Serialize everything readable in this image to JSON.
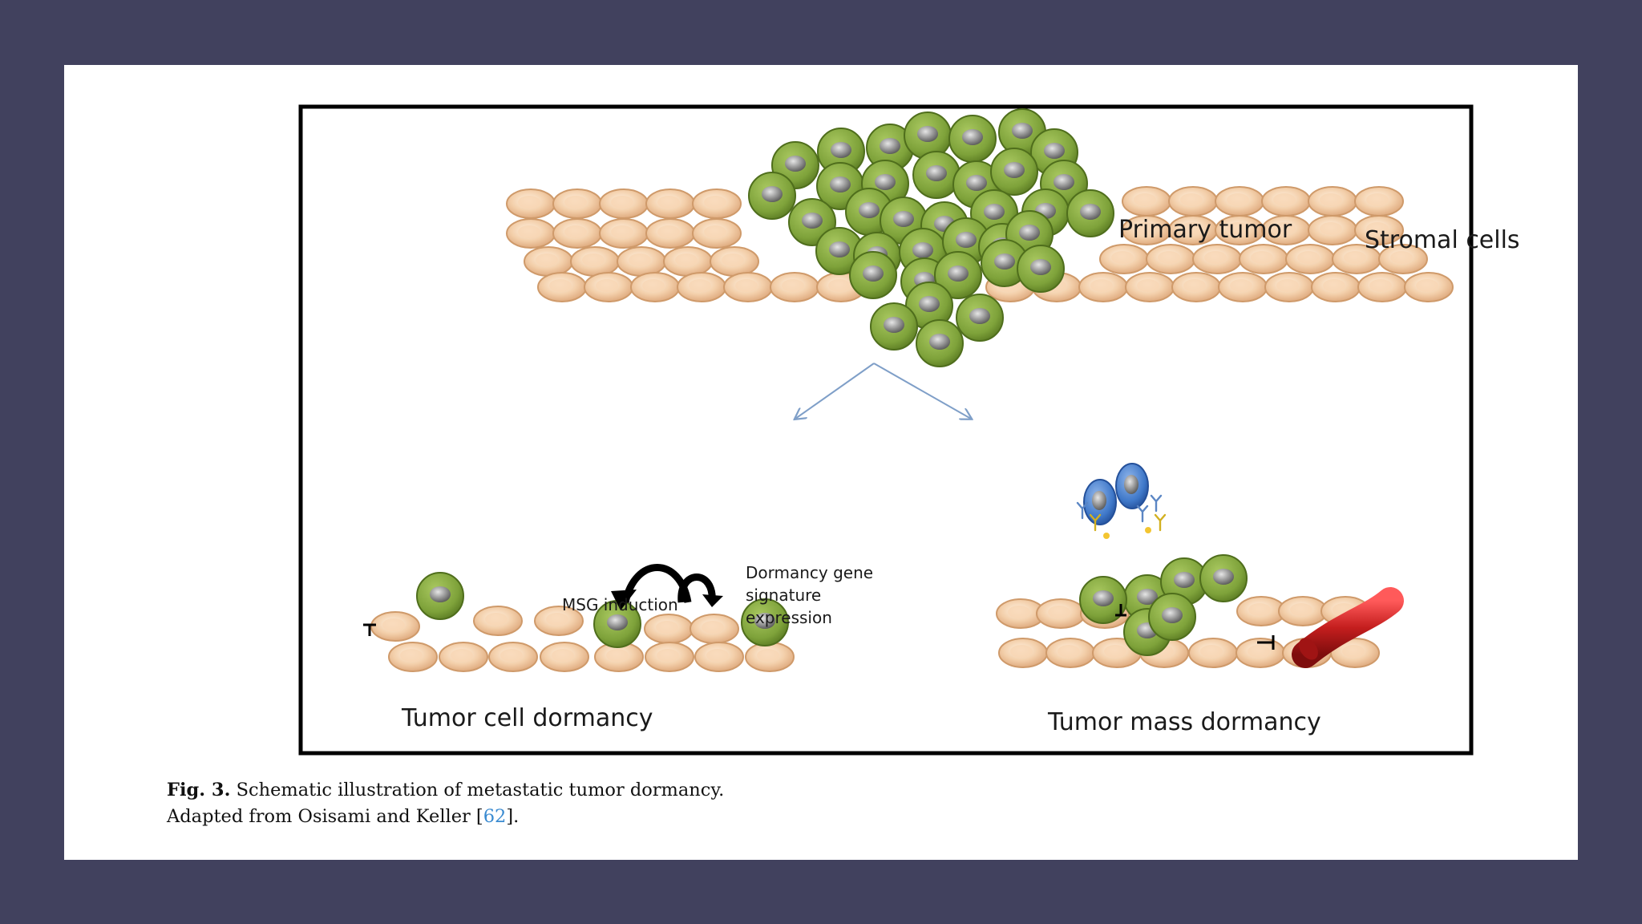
{
  "figure": {
    "labels": {
      "primary_tumor": "Primary tumor",
      "stromal_cells": "Stromal cells",
      "msg_induction": "MSG induction",
      "dormancy_gene_line1": "Dormancy gene",
      "dormancy_gene_line2": "signature",
      "dormancy_gene_line3": "expression",
      "tumor_cell_dormancy": "Tumor cell dormancy",
      "tumor_mass_dormancy": "Tumor mass dormancy"
    },
    "colors": {
      "stromal_fill": "#f0c9a0",
      "stromal_stroke": "#cf9a6a",
      "tumor_fill": "#7ea23a",
      "tumor_stroke": "#4f6e1c",
      "immune_fill": "#3f78c9",
      "vessel_fill": "#c41e1e",
      "arrow": "#7f9fc8",
      "frame": "#000000"
    }
  },
  "caption": {
    "fig_label": "Fig. 3.",
    "line1": "Schematic illustration of metastatic tumor dormancy.",
    "line2_prefix": "Adapted from Osisami and Keller [",
    "ref": "62",
    "line2_suffix": "]."
  }
}
